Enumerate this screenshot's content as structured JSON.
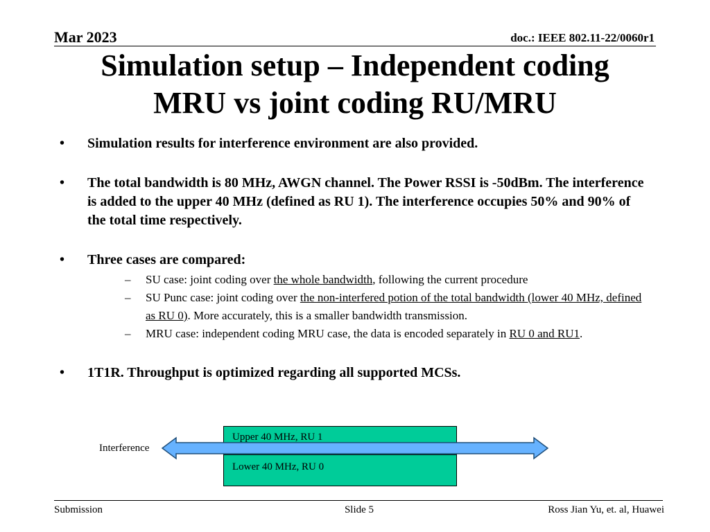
{
  "header": {
    "date": "Mar 2023",
    "doc_id": "doc.: IEEE 802.11-22/0060r1"
  },
  "title": {
    "line1": "Simulation setup – Independent coding",
    "line2": "MRU vs joint coding RU/MRU"
  },
  "bullets": [
    {
      "mark": "•",
      "text": "Simulation results for interference environment are also provided."
    },
    {
      "mark": "•",
      "text": "The total bandwidth is 80 MHz, AWGN channel. The Power RSSI is -50dBm. The interference is added to the upper 40 MHz (defined as RU 1). The interference occupies 50% and 90% of the total time respectively."
    },
    {
      "mark": "•",
      "text": "Three cases are compared:",
      "subitems": [
        {
          "dash": "–",
          "pre": "SU case: joint coding over ",
          "underlined": "the whole bandwidth",
          "post": ", following the current procedure"
        },
        {
          "dash": "–",
          "pre": "SU Punc case: joint coding over ",
          "underlined": "the non-interfered potion of the total bandwidth (lower 40 MHz, defined as RU 0)",
          "post": ". More accurately, this is a smaller bandwidth transmission."
        },
        {
          "dash": "–",
          "pre": "MRU case: independent coding MRU case, the data is encoded separately in ",
          "underlined": "RU 0 and RU1",
          "post": "."
        }
      ]
    },
    {
      "mark": "•",
      "text": "1T1R. Throughput is optimized regarding all supported MCSs."
    }
  ],
  "diagram": {
    "upper_label": "Upper 40 MHz, RU 1",
    "lower_label": "Lower 40 MHz, RU 0",
    "interference_label": "Interference",
    "box_color": "#00cc99",
    "arrow_color": "#66b2ff"
  },
  "footer": {
    "left": "Submission",
    "center": "Slide 5",
    "right": "Ross Jian Yu, et. al, Huawei"
  }
}
